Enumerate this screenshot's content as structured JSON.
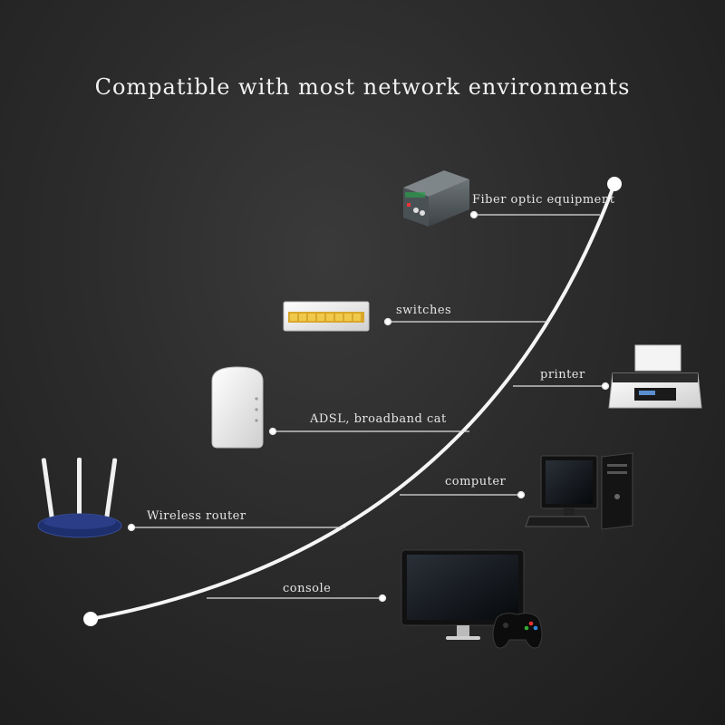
{
  "title": "Compatible with most network environments",
  "devices": [
    {
      "label": "Fiber optic equipment",
      "icon": "fiber-optic-equipment-icon"
    },
    {
      "label": "switches",
      "icon": "network-switch-icon"
    },
    {
      "label": "printer",
      "icon": "printer-icon"
    },
    {
      "label": "ADSL, broadband cat",
      "icon": "adsl-modem-icon"
    },
    {
      "label": "computer",
      "icon": "desktop-computer-icon"
    },
    {
      "label": "Wireless router",
      "icon": "wireless-router-icon"
    },
    {
      "label": "console",
      "icon": "game-console-icon"
    }
  ],
  "colors": {
    "background": "#2b2b2b",
    "line": "#f5f5f5",
    "text": "#e6e6e6"
  }
}
